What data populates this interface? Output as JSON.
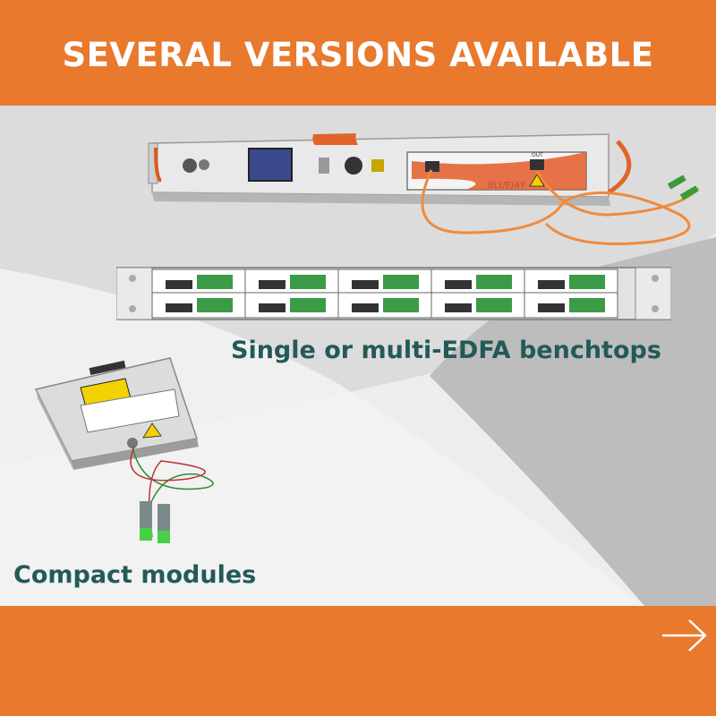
{
  "header": {
    "title": "SEVERAL VERSIONS AVAILABLE"
  },
  "captions": {
    "benchtops": "Single or multi-EDFA benchtops",
    "modules": "Compact modules"
  },
  "benchtop_unit": {
    "out_port_label": "OUT"
  },
  "colors": {
    "accent_orange": "#e8792d",
    "caption_teal": "#235a57",
    "background_gray": "#ececec"
  },
  "icons": {
    "next": "arrow-right-icon"
  }
}
